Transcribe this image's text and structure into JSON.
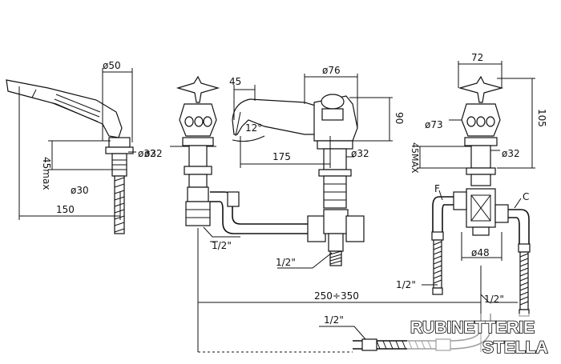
{
  "dimensions": {
    "hand_shower_width": "ø50",
    "hand_shower_height": "45max",
    "hand_shower_base_diam": "ø30",
    "hand_shower_offset": "150",
    "hand_shower_nut": "ø32",
    "left_valve_nut": "ø32",
    "left_inlet": "1/2\"",
    "spout_offset": "45",
    "spout_angle": "12°",
    "spout_projection": "175",
    "spout_height": "90",
    "spout_body_diam": "ø76",
    "spout_base_diam": "ø32",
    "spout_outlet": "1/2\"",
    "right_valve_width": "72",
    "right_valve_height": "105",
    "right_valve_handle_diam": "ø73",
    "right_valve_nut": "ø32",
    "right_valve_max": "45MAX",
    "right_body_diam": "ø48",
    "right_label_f": "F",
    "right_label_c": "C",
    "right_hose_left": "1/2\"",
    "right_hose_right": "1/2\"",
    "centres": "250÷350",
    "bottom_hose": "1/2\""
  },
  "brand": {
    "line1": "RUBINETTERIE",
    "line2": "STELLA"
  }
}
